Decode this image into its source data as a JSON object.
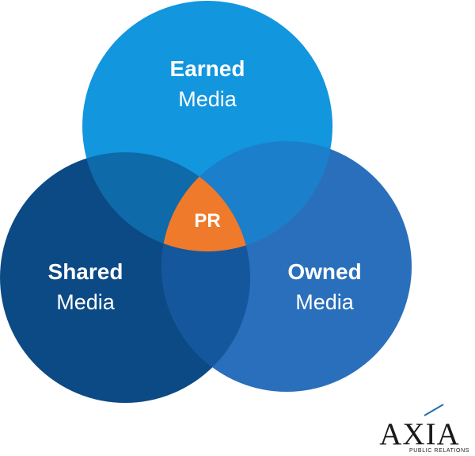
{
  "diagram": {
    "sets": [
      {
        "id": "earned",
        "title": "Earned",
        "subtitle": "Media",
        "color": "#1296de"
      },
      {
        "id": "shared",
        "title": "Shared",
        "subtitle": "Media",
        "color": "#0c4a85"
      },
      {
        "id": "owned",
        "title": "Owned",
        "subtitle": "Media",
        "color": "#2a6fbb"
      }
    ],
    "overlaps": {
      "earned_shared": "#0e6aa8",
      "earned_owned": "#1b7fcc",
      "shared_owned": "#14579c"
    },
    "center": {
      "label": "PR",
      "color": "#f07a2b"
    }
  },
  "logo": {
    "name": "AXIA",
    "tagline": "PUBLIC RELATIONS",
    "accent_color": "#1f6fb5"
  }
}
